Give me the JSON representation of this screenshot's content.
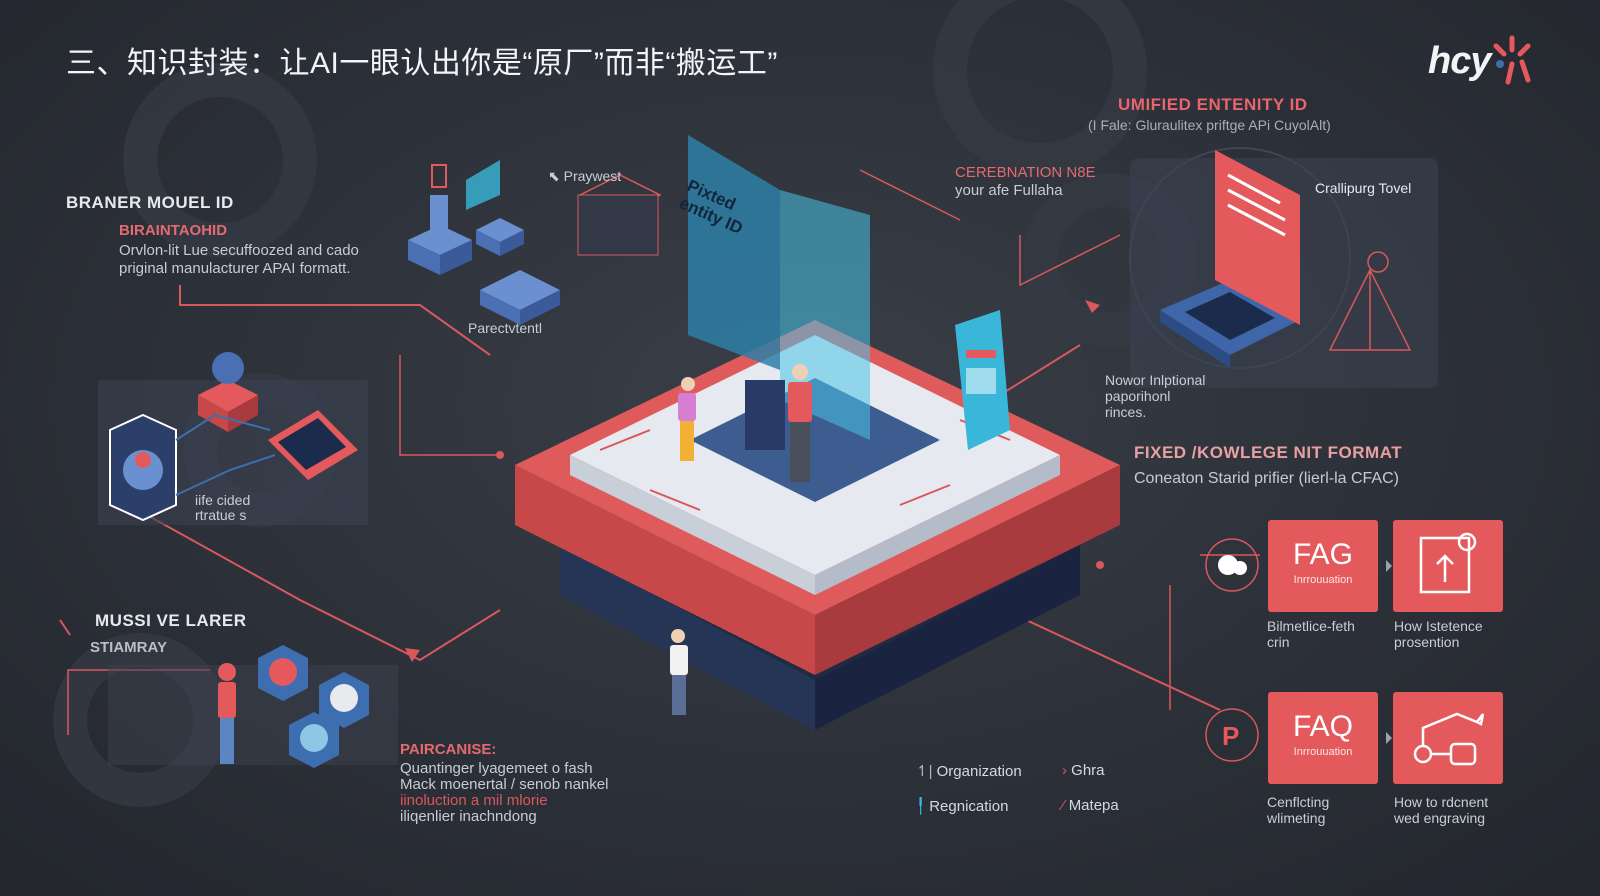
{
  "title": "三、知识封装：让AI一眼认出你是“原厂”而非“搬运工”",
  "logo": "hcy",
  "colors": {
    "background": "#2c3038",
    "accent_red": "#e45a5c",
    "accent_blue": "#3d6fb0",
    "accent_cyan": "#39b6d8"
  },
  "top_left": {
    "heading": "BRANER MOUEL ID",
    "subheading": "BIRAINTAOHID",
    "description_line1": "Orvlon-lit Lue secuffoozed and cado",
    "description_line2": "priginal manulacturer APAI formatt."
  },
  "playwest_label": "Praywest",
  "pixed_panel_label_line1": "Pixted",
  "pixed_panel_label_line2": "entity ID",
  "parectvtenti_label": "Parectvtentl",
  "left_card_label_line1": "iife cided",
  "left_card_label_line2": "rtratue s",
  "bottom_left": {
    "heading": "MUSSI VE LARER",
    "subheading": "STIAMRAY"
  },
  "paircanise": {
    "heading": "PAIRCANISE:",
    "line1": "Quantinger lyagemeet o fash",
    "line2": "Mack moenertal / senob nankel",
    "line3": "iinoluction a mil mlorie",
    "line4": "iliqenlier inachndong"
  },
  "center_top": {
    "heading": "CEREBNATION N8E",
    "sub": "your afe Fullaha"
  },
  "unified": {
    "heading": "UMIFIED ENTENITY ID",
    "sub": "(I Fale: Gluraulitex priftge APi CuyolAlt)",
    "card_label": "Crallipurg Tovel"
  },
  "nowor": {
    "line1": "Nowor Inlptional",
    "line2": "paporihonl",
    "line3": "rinces."
  },
  "fixed": {
    "heading": "FIXED /KOWLEGE NIT FORMAT",
    "sub": "Coneaton Starid prifier (lierl-la CFAC)"
  },
  "faq_cards": [
    {
      "title": "FAG",
      "subtitle": "Inrrouuation",
      "caption_line1": "Bilmetlice-feth",
      "caption_line2": "crin"
    },
    {
      "title": "FAQ",
      "subtitle": "Inrrouuation",
      "caption_line1": "Cenflcting",
      "caption_line2": "wlimeting"
    }
  ],
  "faq_right_captions": [
    {
      "line1": "How Istetence",
      "line2": "prosention"
    },
    {
      "line1": "How to rdcnent",
      "line2": "wed engraving"
    }
  ],
  "legend": {
    "organization": "Organization",
    "regnication": "Regnication",
    "ghra": "Ghra",
    "matepa": "Matepa"
  },
  "icons": [
    "cloud-icon",
    "p-badge-icon",
    "upload-document-icon",
    "key-link-icon",
    "search-icon",
    "person-icon"
  ]
}
